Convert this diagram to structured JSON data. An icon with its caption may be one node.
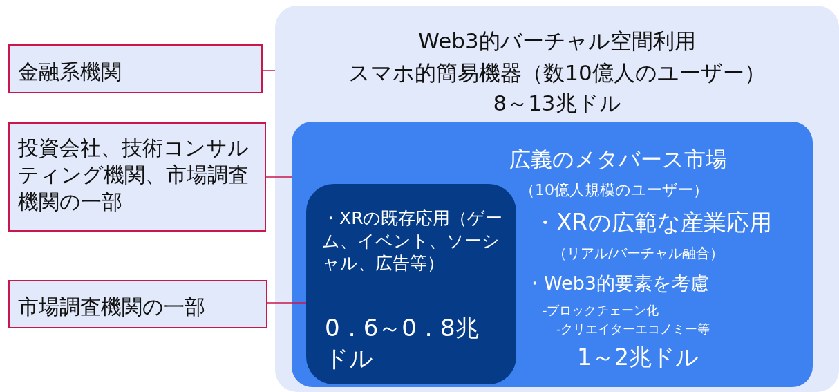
{
  "diagram": {
    "nodes": [
      {
        "text": [
          "Web3的バーチャル空間利用",
          "スマホ的簡易機器（数10億人のユーザー）",
          "8～13兆ドル"
        ]
      },
      {
        "text": [
          "広義のメタバース市場",
          "（10億人規模のユーザー）",
          "・XRの広範な産業応用",
          "（リアル/バーチャル融合）",
          "・Web3的要素を考慮",
          "-ブロックチェーン化",
          "-クリエイターエコノミー等",
          "1～2兆ドル"
        ],
        "in": 0
      },
      {
        "text": [
          "・XRの既存応用（ゲーム、イベント、ソーシャル、広告等）",
          "0．6～0．8兆ドル"
        ],
        "in": 1
      },
      {
        "text": [
          "金融系機関"
        ]
      },
      {
        "text": [
          "投資会社、技術コンサルティング機関、市場調査機関の一部"
        ]
      },
      {
        "text": [
          "市場調査機関の一部"
        ]
      }
    ],
    "edges": [
      {
        "from": 3,
        "to": 0,
        "arrow": "none"
      },
      {
        "from": 4,
        "to": 1,
        "arrow": "none"
      },
      {
        "from": 5,
        "to": 2,
        "arrow": "none"
      }
    ]
  }
}
